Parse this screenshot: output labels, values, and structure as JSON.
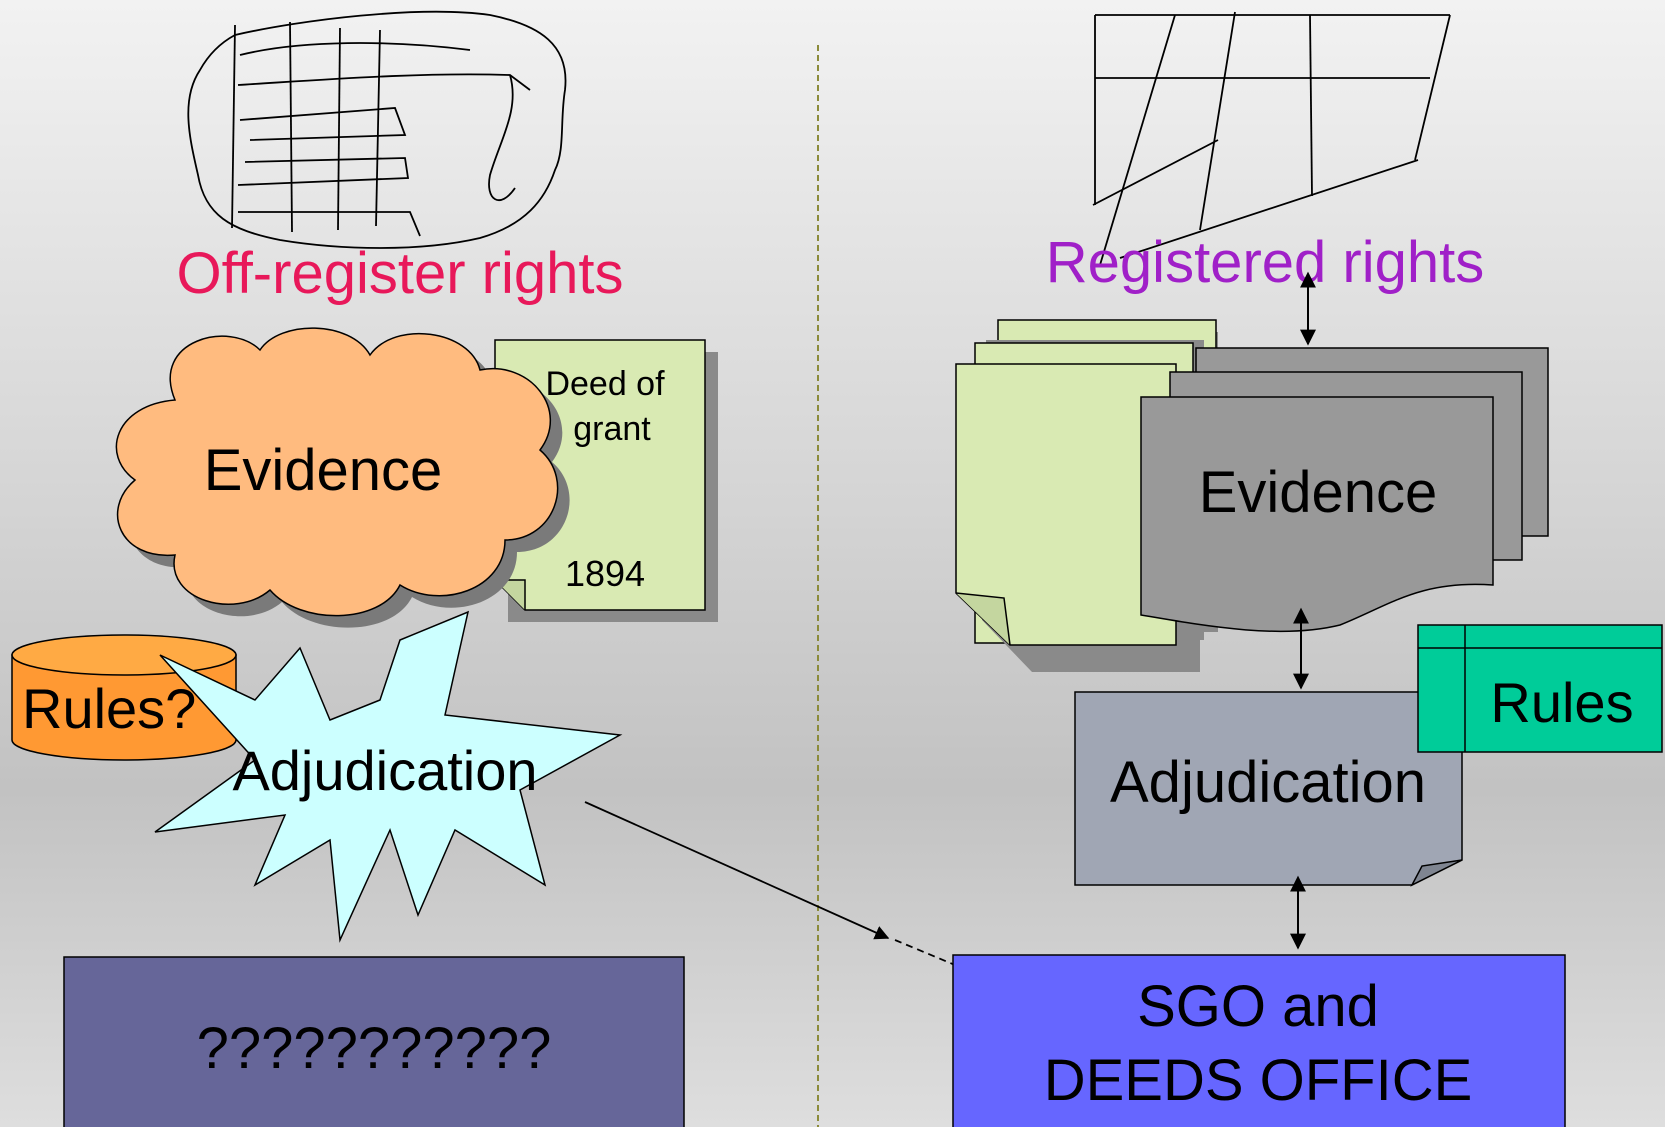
{
  "left": {
    "heading": "Off-register rights",
    "heading_color": "#e8185a",
    "evidence": "Evidence",
    "deed_line1": "Deed of",
    "deed_line2": "grant",
    "deed_year": "1894",
    "rules": "Rules?",
    "adjudication": "Adjudication",
    "result": "???????????"
  },
  "right": {
    "heading": "Registered rights",
    "heading_color": "#a020c8",
    "evidence": "Evidence",
    "adjudication": "Adjudication",
    "rules": "Rules",
    "office_line1": "SGO and",
    "office_line2": "DEEDS OFFICE"
  },
  "colors": {
    "cloud": "#ffbb7f",
    "deed": "#d9eab3",
    "cylinder": "#ff9933",
    "starburst": "#ccffff",
    "result_box": "#666699",
    "evidence_doc": "#999999",
    "adjudication_doc": "#a0a6b4",
    "rules_box": "#00cc99",
    "office_box": "#6666ff",
    "divider": "#8b8b3a"
  }
}
